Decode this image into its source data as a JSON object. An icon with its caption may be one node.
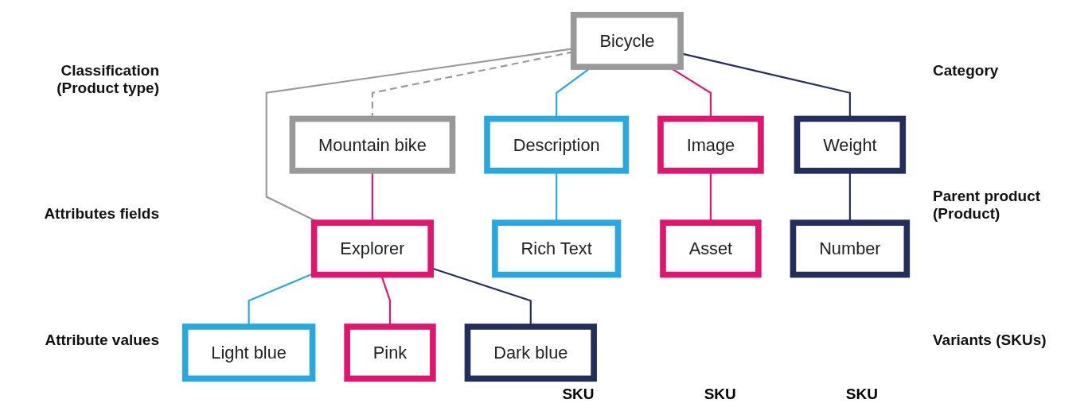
{
  "diagram": {
    "nodes": [
      {
        "text": [
          "Bicycle"
        ]
      },
      {
        "text": [
          "Mountain bike"
        ]
      },
      {
        "text": [
          "Description"
        ]
      },
      {
        "text": [
          "Image"
        ]
      },
      {
        "text": [
          "Weight"
        ]
      },
      {
        "text": [
          "Explorer"
        ]
      },
      {
        "text": [
          "Rich Text"
        ]
      },
      {
        "text": [
          "Asset"
        ]
      },
      {
        "text": [
          "Number"
        ]
      },
      {
        "text": [
          "Light blue"
        ]
      },
      {
        "text": [
          "Pink"
        ]
      },
      {
        "text": [
          "Dark blue"
        ]
      }
    ],
    "edges": [
      {
        "from": 0,
        "to": 1,
        "arrow": "none",
        "style": "dashed",
        "color": "#999999"
      },
      {
        "from": 0,
        "to": 2,
        "arrow": "none",
        "color": "#29a8e0"
      },
      {
        "from": 0,
        "to": 3,
        "arrow": "none",
        "color": "#e0156f"
      },
      {
        "from": 0,
        "to": 4,
        "arrow": "none",
        "color": "#232e5c"
      },
      {
        "from": 0,
        "to": 5,
        "arrow": "none",
        "color": "#999999"
      },
      {
        "from": 1,
        "to": 5,
        "arrow": "none",
        "color": "#e0156f"
      },
      {
        "from": 2,
        "to": 6,
        "arrow": "none",
        "color": "#29a8e0"
      },
      {
        "from": 3,
        "to": 7,
        "arrow": "none",
        "color": "#e0156f"
      },
      {
        "from": 4,
        "to": 8,
        "arrow": "none",
        "color": "#232e5c"
      },
      {
        "from": 5,
        "to": 9,
        "arrow": "none",
        "color": "#29a8e0"
      },
      {
        "from": 5,
        "to": 10,
        "arrow": "none",
        "color": "#e0156f"
      },
      {
        "from": 5,
        "to": 11,
        "arrow": "none",
        "color": "#232e5c"
      }
    ],
    "labels": [
      "Classification (Product type)",
      "Category",
      "Attributes fields",
      "Parent product (Product)",
      "Attribute values",
      "Variants (SKUs)",
      "SKU",
      "SKU",
      "SKU"
    ]
  }
}
